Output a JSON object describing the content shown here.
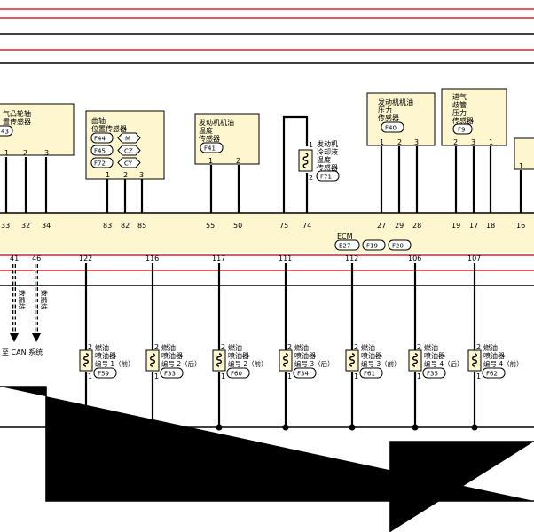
{
  "colors": {
    "box_fill": "#fdf6cf",
    "red_line": "#e0202a",
    "wire": "#000000"
  },
  "sensors": {
    "cam": {
      "title_lines": [
        "气凸轮轴",
        "置传感器"
      ],
      "conn": "43",
      "pins": [
        "1",
        "2",
        "3"
      ]
    },
    "crank": {
      "title_lines": [
        "曲轴",
        "位置传感器"
      ],
      "conns": [
        [
          "F44",
          "M"
        ],
        [
          "F45",
          "CZ"
        ],
        [
          "F72",
          "CY"
        ]
      ],
      "pins": [
        "1",
        "2",
        "3"
      ]
    },
    "oil_temp": {
      "title_lines": [
        "发动机机油",
        "温度",
        "传感器"
      ],
      "conn": "F41",
      "pins": [
        "1",
        "2"
      ]
    },
    "coolant": {
      "title_lines": [
        "发动机",
        "冷却液",
        "温度",
        "传感器"
      ],
      "conn": "F71",
      "pins": [
        "1",
        "2"
      ]
    },
    "oil_press": {
      "title_lines": [
        "发动机机油",
        "压力",
        "传感器"
      ],
      "conn": "F40",
      "pins": [
        "1",
        "2",
        "3"
      ]
    },
    "manifold": {
      "title_lines": [
        "进气",
        "歧管",
        "压力",
        "传感器"
      ],
      "conn": "F9",
      "pins": [
        "2",
        "3",
        "1"
      ]
    },
    "partial": {
      "pins": [
        "1"
      ]
    }
  },
  "ecm": {
    "name": "ECM",
    "conns": [
      "E27",
      "F19",
      "F20"
    ],
    "top_pins": [
      "33",
      "32",
      "34",
      "83",
      "82",
      "85",
      "55",
      "50",
      "75",
      "74",
      "27",
      "29",
      "28",
      "19",
      "17",
      "18",
      "16"
    ],
    "bottom_pins": [
      "41",
      "46",
      "122",
      "116",
      "117",
      "111",
      "112",
      "106",
      "107"
    ]
  },
  "can": {
    "wire_labels": [
      "数据线",
      "数据线"
    ],
    "label": "至 CAN 系统"
  },
  "injectors": [
    {
      "line1": "燃油",
      "line2": "喷油器",
      "line3": "编号 1（前）",
      "conn": "F59"
    },
    {
      "line1": "燃油",
      "line2": "喷油器",
      "line3": "编号 2（后）",
      "conn": "F33"
    },
    {
      "line1": "燃油",
      "line2": "喷油器",
      "line3": "编号 2（前）",
      "conn": "F60"
    },
    {
      "line1": "燃油",
      "line2": "喷油器",
      "line3": "编号 3（后）",
      "conn": "F34"
    },
    {
      "line1": "燃油",
      "line2": "喷油器",
      "line3": "编号 3（前）",
      "conn": "F61"
    },
    {
      "line1": "燃油",
      "line2": "喷油器",
      "line3": "编号 4（后）",
      "conn": "F35"
    },
    {
      "line1": "燃油",
      "line2": "喷油器",
      "line3": "编号 4（前）",
      "conn": "F62"
    }
  ],
  "injector_pins": {
    "top": "2",
    "bottom": "1"
  }
}
